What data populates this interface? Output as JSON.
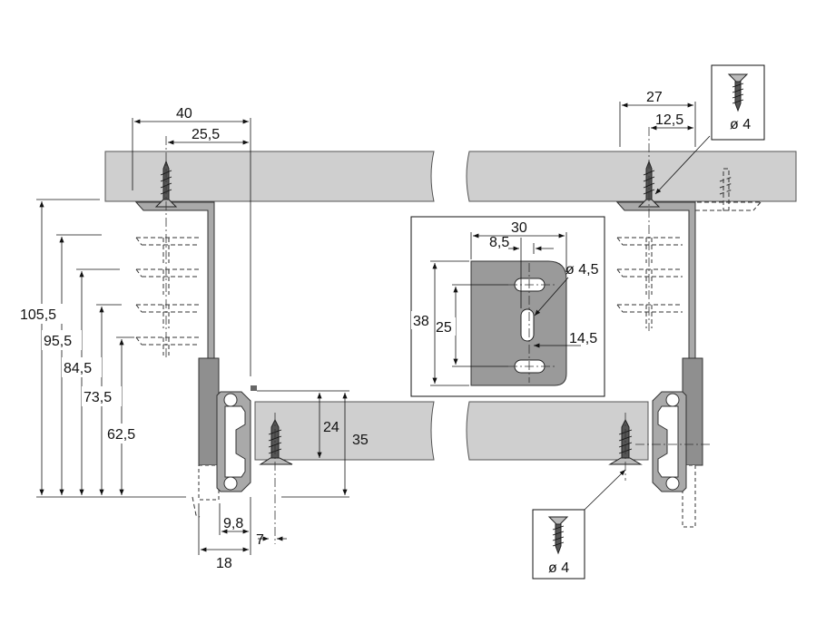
{
  "diagram": {
    "left_top_dims": {
      "d40": "40",
      "d25_5": "25,5"
    },
    "right_top_dims": {
      "d27": "27",
      "d12_5": "12,5"
    },
    "vertical_dims": [
      "105,5",
      "95,5",
      "84,5",
      "73,5",
      "62,5"
    ],
    "runner_dims": {
      "d24": "24",
      "d35": "35"
    },
    "bottom_dims": {
      "d9_8": "9,8",
      "d7": "7",
      "d18": "18"
    },
    "bracket_detail": {
      "width": "30",
      "offset": "8,5",
      "hole": "ø 4,5",
      "height": "38",
      "hole_spacing": "25",
      "hole_offset": "14,5"
    },
    "screw_top_label": "ø 4",
    "screw_bottom_label": "ø 4"
  },
  "colors": {
    "panel": "#cfcfcf",
    "metal": "#a9a9a9",
    "line": "#111111"
  }
}
